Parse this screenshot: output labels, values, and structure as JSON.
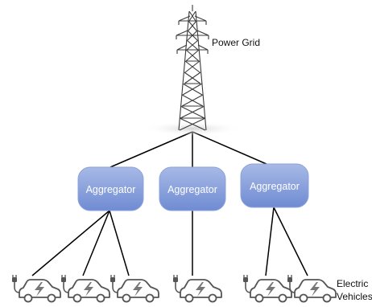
{
  "labels": {
    "power_grid": "Power Grid",
    "electric_vehicles_line1": "Electric",
    "electric_vehicles_line2": "Vehicles"
  },
  "aggregators": [
    {
      "label": "Aggregator"
    },
    {
      "label": "Aggregator"
    },
    {
      "label": "Aggregator"
    }
  ],
  "colors": {
    "aggregator_fill_top": "#a7b9e6",
    "aggregator_fill_bottom": "#6f8bd2",
    "aggregator_stroke": "#8ea3da",
    "connector": "#000000",
    "tower": "#3a3a3a",
    "vehicle_outline": "#555555"
  },
  "icons": {
    "tower": "transmission-tower-icon",
    "vehicle": "electric-car-icon"
  }
}
